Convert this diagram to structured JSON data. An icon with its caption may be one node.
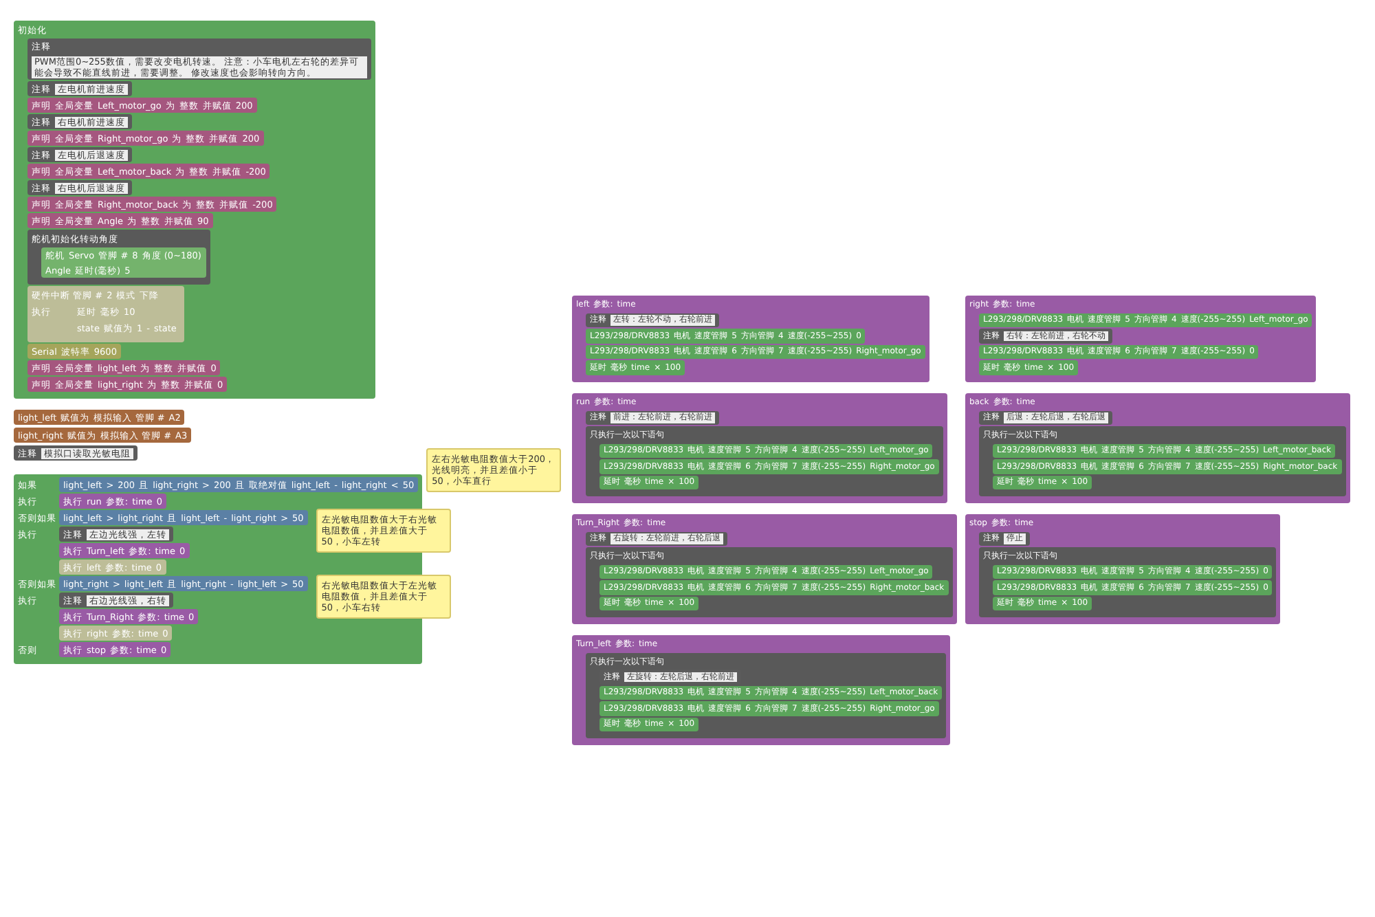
{
  "diagram": {
    "nodes": [
      {
        "text": [
          "初始化"
        ]
      },
      {
        "text": [
          "注释",
          "PWM范围0~255数值，需要改变电机转速。 注意：小车电机左右轮的差异可能会导致不能直线前进，需要调整。 修改速度也会影响转向方向。"
        ],
        "in": 0
      },
      {
        "text": [
          "注释",
          "左电机前进速度"
        ],
        "in": 0
      },
      {
        "text": [
          "声明",
          "全局变量",
          "Left_motor_go",
          "为",
          "整数",
          "并赋值",
          "200"
        ],
        "in": 0
      },
      {
        "text": [
          "注释",
          "右电机前进速度"
        ],
        "in": 0
      },
      {
        "text": [
          "声明",
          "全局变量",
          "Right_motor_go",
          "为",
          "整数",
          "并赋值",
          "200"
        ],
        "in": 0
      },
      {
        "text": [
          "注释",
          "左电机后退速度"
        ],
        "in": 0
      },
      {
        "text": [
          "声明",
          "全局变量",
          "Left_motor_back",
          "为",
          "整数",
          "并赋值",
          "-200"
        ],
        "in": 0
      },
      {
        "text": [
          "注释",
          "右电机后退速度"
        ],
        "in": 0
      },
      {
        "text": [
          "声明",
          "全局变量",
          "Right_motor_back",
          "为",
          "整数",
          "并赋值",
          "-200"
        ],
        "in": 0
      },
      {
        "text": [
          "声明",
          "全局变量",
          "Angle",
          "为",
          "整数",
          "并赋值",
          "90"
        ],
        "in": 0
      },
      {
        "text": [
          "舵机初始化转动角度"
        ],
        "in": 0
      },
      {
        "text": [
          "舵机",
          "Servo",
          "管脚 #",
          "8",
          "角度 (0~180)",
          "Angle",
          "延时(毫秒)",
          "5"
        ],
        "in": 11
      },
      {
        "text": [
          "硬件中断 管脚 #",
          "2",
          "模式",
          "下降",
          "执行"
        ],
        "in": 0
      },
      {
        "text": [
          "延时",
          "毫秒",
          "10"
        ],
        "in": 13
      },
      {
        "text": [
          "state",
          "赋值为",
          "1",
          "-",
          "state"
        ],
        "in": 13
      },
      {
        "text": [
          "Serial",
          "波特率",
          "9600"
        ],
        "in": 0
      },
      {
        "text": [
          "声明",
          "全局变量",
          "light_left",
          "为",
          "整数",
          "并赋值",
          "0"
        ],
        "in": 0
      },
      {
        "text": [
          "声明",
          "全局变量",
          "light_right",
          "为",
          "整数",
          "并赋值",
          "0"
        ],
        "in": 0
      },
      {
        "text": [
          "light_left",
          "赋值为",
          "模拟输入 管脚 #",
          "A2"
        ]
      },
      {
        "text": [
          "light_right",
          "赋值为",
          "模拟输入 管脚 #",
          "A3"
        ]
      },
      {
        "text": [
          "注释",
          "模拟口读取光敏电阻"
        ]
      },
      {
        "text": [
          "如果",
          "执行",
          "否则如果",
          "执行",
          "否则如果",
          "执行",
          "否则"
        ]
      },
      {
        "text": [
          "light_left",
          ">",
          "200",
          "且",
          "light_right",
          ">",
          "200",
          "且",
          "取绝对值",
          "light_left",
          "-",
          "light_right",
          "<",
          "50"
        ],
        "in": 22
      },
      {
        "text": [
          "执行",
          "run",
          "参数:",
          "time",
          "0"
        ],
        "in": 22
      },
      {
        "text": [
          "light_left",
          ">",
          "light_right",
          "且",
          "light_left",
          "-",
          "light_right",
          ">",
          "50"
        ],
        "in": 22
      },
      {
        "text": [
          "注释",
          "左边光线强，左转"
        ],
        "in": 22
      },
      {
        "text": [
          "执行",
          "Turn_left",
          "参数:",
          "time",
          "0"
        ],
        "in": 22
      },
      {
        "text": [
          "执行",
          "left",
          "参数:",
          "time",
          "0"
        ],
        "in": 22
      },
      {
        "text": [
          "light_right",
          ">",
          "light_left",
          "且",
          "light_right",
          "-",
          "light_left",
          ">",
          "50"
        ],
        "in": 22
      },
      {
        "text": [
          "注释",
          "右边光线强，右转"
        ],
        "in": 22
      },
      {
        "text": [
          "执行",
          "Turn_Right",
          "参数:",
          "time",
          "0"
        ],
        "in": 22
      },
      {
        "text": [
          "执行",
          "right",
          "参数:",
          "time",
          "0"
        ],
        "in": 22
      },
      {
        "text": [
          "执行",
          "stop",
          "参数:",
          "time",
          "0"
        ],
        "in": 22
      },
      {
        "text": [
          "左右光敏电阻数值大于200，光线明亮，并且差值小于50，小车直行"
        ]
      },
      {
        "text": [
          "左光敏电阻数值大于右光敏电阻数值，并且差值大于50，小车左转"
        ]
      },
      {
        "text": [
          "右光敏电阻数值大于左光敏电阻数值，并且差值大于50，小车右转"
        ]
      },
      {
        "text": [
          "left",
          "参数:",
          "time"
        ]
      },
      {
        "text": [
          "注释",
          "左转：左轮不动，右轮前进"
        ],
        "in": 37
      },
      {
        "text": [
          "L293/298/DRV8833",
          "电机",
          "速度管脚",
          "5",
          "方向管脚",
          "4",
          "速度(-255~255)",
          "0"
        ],
        "in": 37
      },
      {
        "text": [
          "L293/298/DRV8833",
          "电机",
          "速度管脚",
          "6",
          "方向管脚",
          "7",
          "速度(-255~255)",
          "Right_motor_go"
        ],
        "in": 37
      },
      {
        "text": [
          "延时",
          "毫秒",
          "time",
          "×",
          "100"
        ],
        "in": 37
      },
      {
        "text": [
          "run",
          "参数:",
          "time"
        ]
      },
      {
        "text": [
          "注释",
          "前进：左轮前进，右轮前进"
        ],
        "in": 42
      },
      {
        "text": [
          "只执行一次以下语句"
        ],
        "in": 42
      },
      {
        "text": [
          "L293/298/DRV8833",
          "电机",
          "速度管脚",
          "5",
          "方向管脚",
          "4",
          "速度(-255~255)",
          "Left_motor_go"
        ],
        "in": 44
      },
      {
        "text": [
          "L293/298/DRV8833",
          "电机",
          "速度管脚",
          "6",
          "方向管脚",
          "7",
          "速度(-255~255)",
          "Right_motor_go"
        ],
        "in": 44
      },
      {
        "text": [
          "延时",
          "毫秒",
          "time",
          "×",
          "100"
        ],
        "in": 44
      },
      {
        "text": [
          "Turn_Right",
          "参数:",
          "time"
        ]
      },
      {
        "text": [
          "注释",
          "右旋转：左轮前进，右轮后退"
        ],
        "in": 48
      },
      {
        "text": [
          "只执行一次以下语句"
        ],
        "in": 48
      },
      {
        "text": [
          "L293/298/DRV8833",
          "电机",
          "速度管脚",
          "5",
          "方向管脚",
          "4",
          "速度(-255~255)",
          "Left_motor_go"
        ],
        "in": 50
      },
      {
        "text": [
          "L293/298/DRV8833",
          "电机",
          "速度管脚",
          "6",
          "方向管脚",
          "7",
          "速度(-255~255)",
          "Right_motor_back"
        ],
        "in": 50
      },
      {
        "text": [
          "延时",
          "毫秒",
          "time",
          "×",
          "100"
        ],
        "in": 50
      },
      {
        "text": [
          "Turn_left",
          "参数:",
          "time"
        ]
      },
      {
        "text": [
          "只执行一次以下语句"
        ],
        "in": 54
      },
      {
        "text": [
          "注释",
          "左旋转：左轮后退，右轮前进"
        ],
        "in": 55
      },
      {
        "text": [
          "L293/298/DRV8833",
          "电机",
          "速度管脚",
          "5",
          "方向管脚",
          "4",
          "速度(-255~255)",
          "Left_motor_back"
        ],
        "in": 55
      },
      {
        "text": [
          "L293/298/DRV8833",
          "电机",
          "速度管脚",
          "6",
          "方向管脚",
          "7",
          "速度(-255~255)",
          "Right_motor_go"
        ],
        "in": 55
      },
      {
        "text": [
          "延时",
          "毫秒",
          "time",
          "×",
          "100"
        ],
        "in": 55
      },
      {
        "text": [
          "right",
          "参数:",
          "time"
        ]
      },
      {
        "text": [
          "L293/298/DRV8833",
          "电机",
          "速度管脚",
          "5",
          "方向管脚",
          "4",
          "速度(-255~255)",
          "Left_motor_go"
        ],
        "in": 60
      },
      {
        "text": [
          "注释",
          "右转：左轮前进，右轮不动"
        ],
        "in": 60
      },
      {
        "text": [
          "L293/298/DRV8833",
          "电机",
          "速度管脚",
          "6",
          "方向管脚",
          "7",
          "速度(-255~255)",
          "0"
        ],
        "in": 60
      },
      {
        "text": [
          "延时",
          "毫秒",
          "time",
          "×",
          "100"
        ],
        "in": 60
      },
      {
        "text": [
          "back",
          "参数:",
          "time"
        ]
      },
      {
        "text": [
          "注释",
          "后退：左轮后退，右轮后退"
        ],
        "in": 65
      },
      {
        "text": [
          "只执行一次以下语句"
        ],
        "in": 65
      },
      {
        "text": [
          "L293/298/DRV8833",
          "电机",
          "速度管脚",
          "5",
          "方向管脚",
          "4",
          "速度(-255~255)",
          "Left_motor_back"
        ],
        "in": 67
      },
      {
        "text": [
          "L293/298/DRV8833",
          "电机",
          "速度管脚",
          "6",
          "方向管脚",
          "7",
          "速度(-255~255)",
          "Right_motor_back"
        ],
        "in": 67
      },
      {
        "text": [
          "延时",
          "毫秒",
          "time",
          "×",
          "100"
        ],
        "in": 67
      },
      {
        "text": [
          "stop",
          "参数:",
          "time"
        ]
      },
      {
        "text": [
          "注释",
          "停止"
        ],
        "in": 71
      },
      {
        "text": [
          "只执行一次以下语句"
        ],
        "in": 71
      },
      {
        "text": [
          "L293/298/DRV8833",
          "电机",
          "速度管脚",
          "5",
          "方向管脚",
          "4",
          "速度(-255~255)",
          "0"
        ],
        "in": 73
      },
      {
        "text": [
          "L293/298/DRV8833",
          "电机",
          "速度管脚",
          "6",
          "方向管脚",
          "7",
          "速度(-255~255)",
          "0"
        ],
        "in": 73
      },
      {
        "text": [
          "延时",
          "毫秒",
          "time",
          "×",
          "100"
        ],
        "in": 73
      }
    ]
  }
}
